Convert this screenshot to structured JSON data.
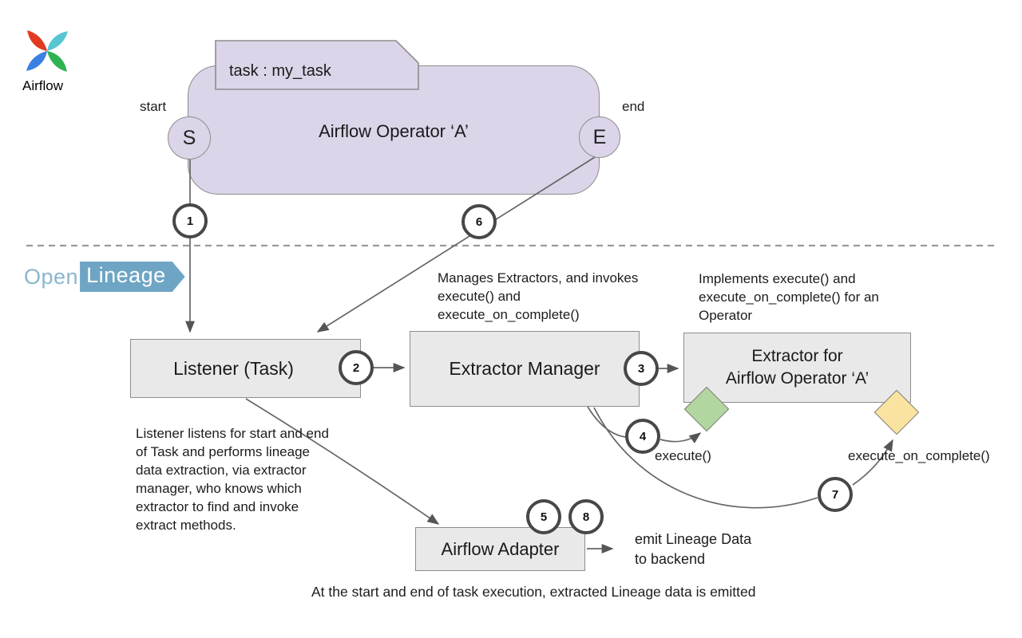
{
  "logos": {
    "airflow_label": "Airflow",
    "openlineage_open": "Open",
    "openlineage_lineage": "Lineage"
  },
  "operator": {
    "tab_label": "task : my_task",
    "title": "Airflow Operator ‘A’",
    "start_label": "start",
    "end_label": "end",
    "start_node": "S",
    "end_node": "E"
  },
  "nodes": {
    "listener": "Listener (Task)",
    "extractor_manager": "Extractor Manager",
    "extractor": "Extractor for\nAirflow Operator ‘A’",
    "adapter": "Airflow Adapter"
  },
  "steps": [
    "1",
    "2",
    "3",
    "4",
    "5",
    "6",
    "7",
    "8"
  ],
  "annotations": {
    "manager_note": "Manages Extractors, and invokes\nexecute() and\nexecute_on_complete()",
    "extractor_note": "Implements execute() and\nexecute_on_complete() for an\nOperator",
    "listener_note": "Listener listens for start and end\nof Task and performs lineage\ndata extraction, via extractor\nmanager, who knows which\nextractor to find and invoke\nextract methods.",
    "execute_label": "execute()",
    "execute_on_complete_label": "execute_on_complete()",
    "emit_label": "emit Lineage Data\nto backend",
    "caption": "At the start and end of task execution, extracted Lineage data is emitted"
  },
  "colors": {
    "operator_fill": "#dcd4e8",
    "box_fill": "#e9e9e9",
    "border_gray": "#8d8d8d",
    "execute_diamond_green": "#b2d6a0",
    "complete_diamond_yellow": "#fae3a0",
    "openlineage_blue": "#6fa5c4",
    "arrow_gray": "#666666"
  }
}
